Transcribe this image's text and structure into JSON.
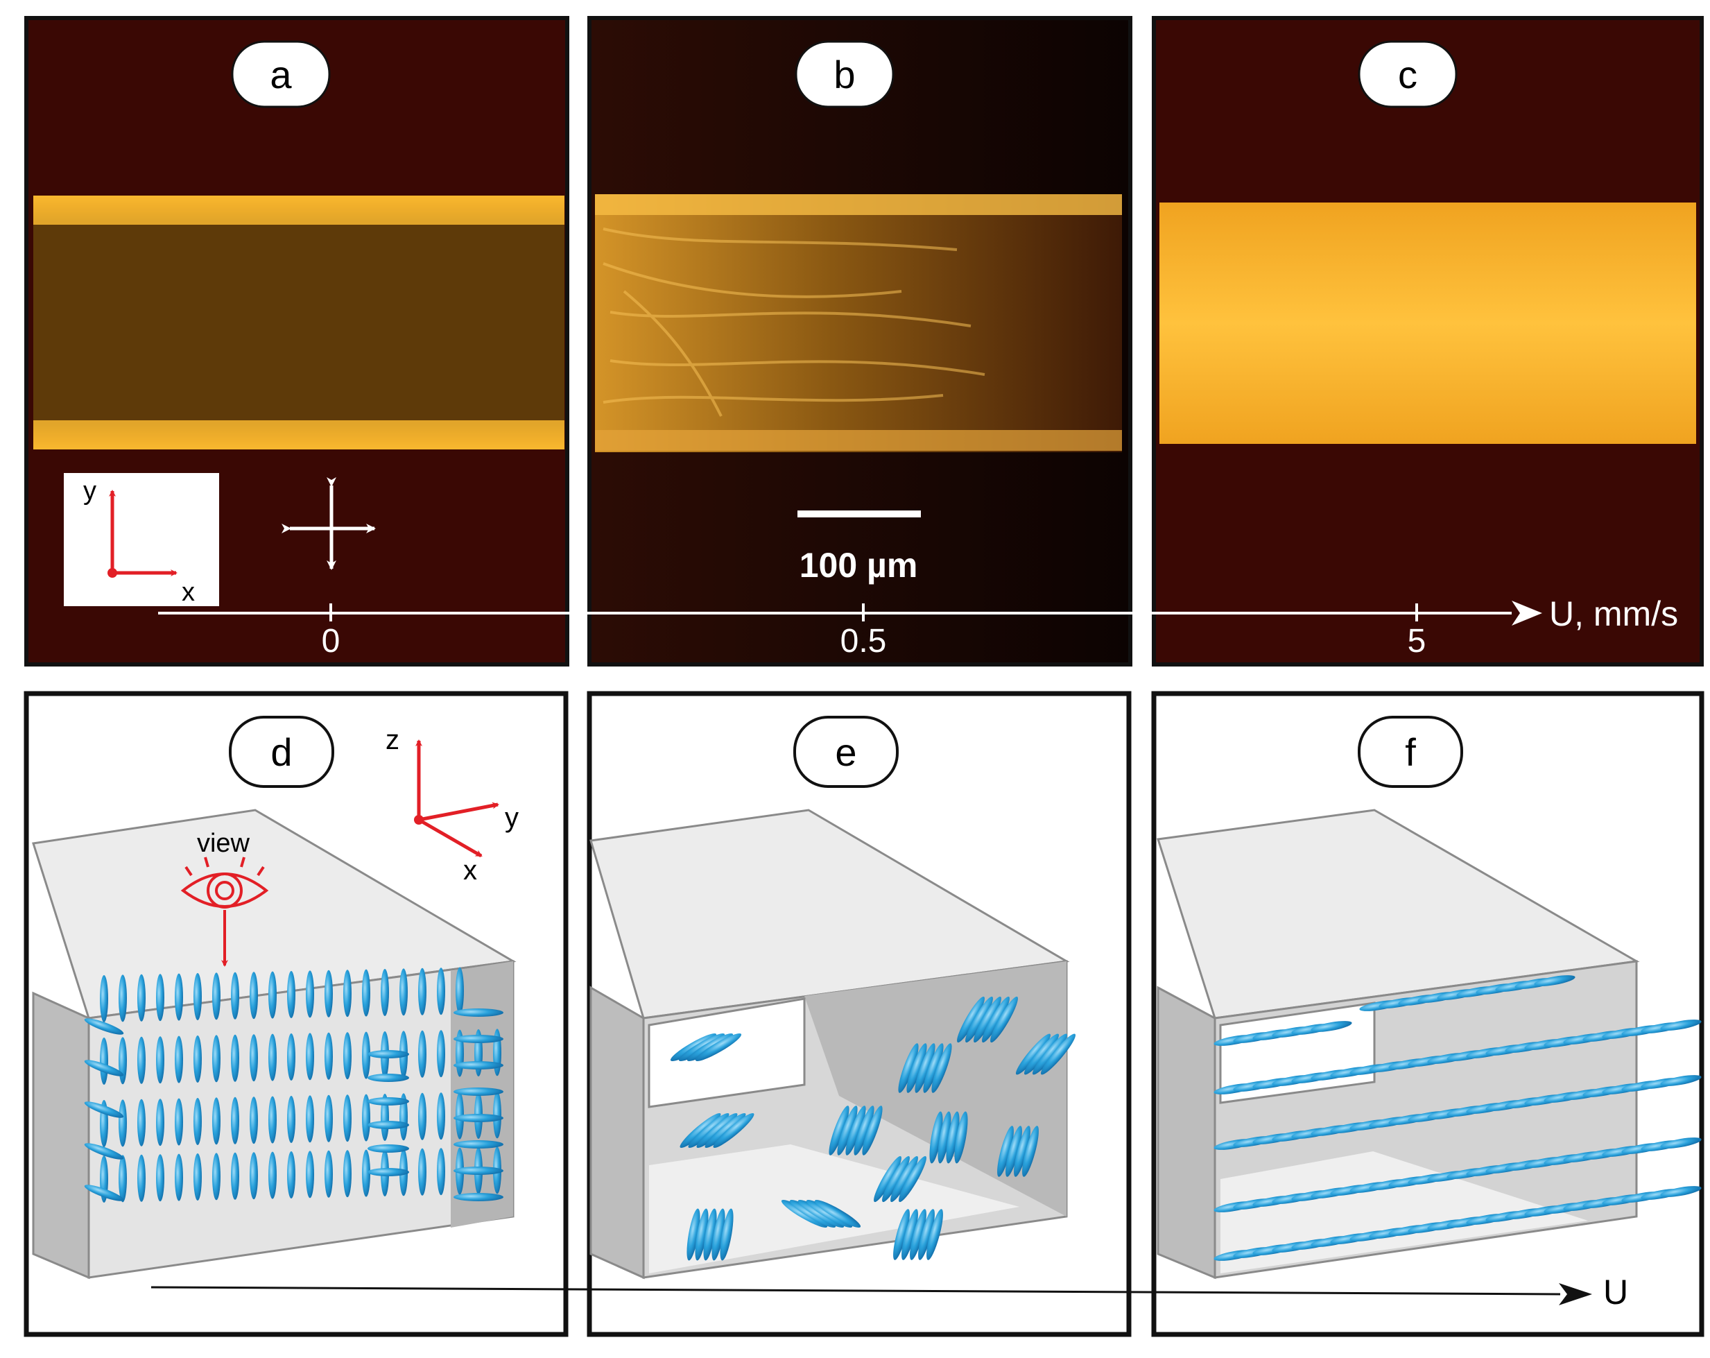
{
  "panels": {
    "a": "a",
    "b": "b",
    "c": "c",
    "d": "d",
    "e": "e",
    "f": "f"
  },
  "top_axis": {
    "label": "U, mm/s",
    "ticks": [
      "0",
      "0.5",
      "5"
    ]
  },
  "scale_bar": {
    "label": "100 µm"
  },
  "inset_xy": {
    "y_label": "y",
    "x_label": "x"
  },
  "inset_xyz": {
    "z_label": "z",
    "y_label": "y",
    "x_label": "x"
  },
  "view_label": "view",
  "bottom_axis": {
    "label": "U"
  },
  "colors": {
    "dark_background": "#3a0804",
    "birefringent_yellow": "#f2a21a",
    "director_blue": "#2a9fd8",
    "red_annotation": "#e21f26",
    "box_top": "#ececec",
    "box_side": "#bdbdbd"
  },
  "icons": [
    "crossed-polarizers-icon",
    "eye-icon"
  ]
}
